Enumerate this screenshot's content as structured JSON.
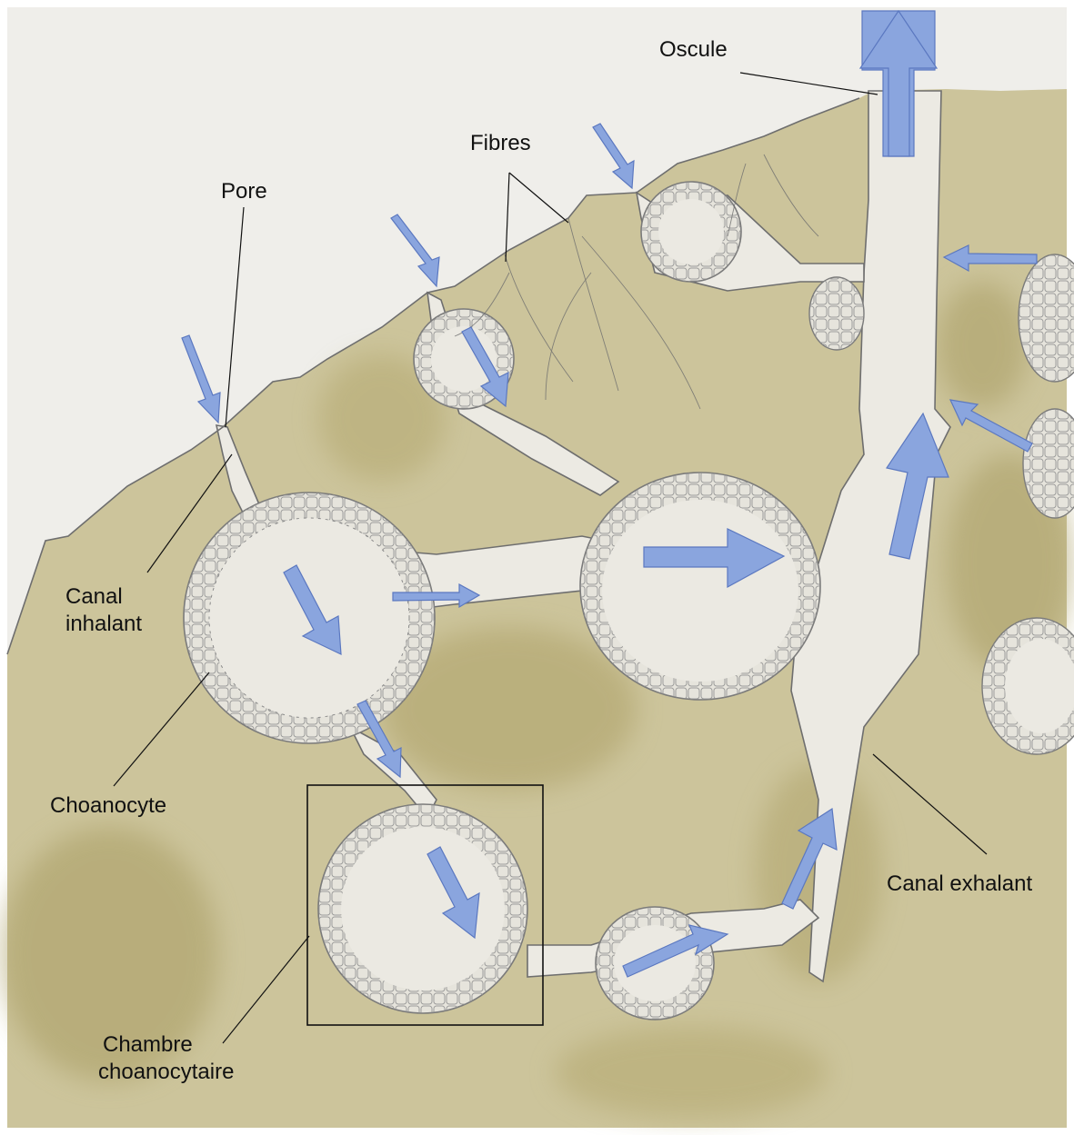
{
  "labels": {
    "oscule": "Oscule",
    "fibres": "Fibres",
    "pore": "Pore",
    "canal_inhalant_line1": "Canal",
    "canal_inhalant_line2": "inhalant",
    "choanocyte": "Choanocyte",
    "canal_exhalant": "Canal exhalant",
    "chambre_line1": "Chambre",
    "chambre_line2": "choanocytaire"
  },
  "colors": {
    "background": "#ffffff",
    "paper": "#efeeea",
    "tissue": "#c9c196",
    "tissue_dark": "#b5ab7a",
    "canal": "#e9e7e0",
    "arrow_fill": "#8aa5de",
    "arrow_stroke": "#5b78c0",
    "pencil": "#6b6b6b",
    "leader": "#111111"
  }
}
